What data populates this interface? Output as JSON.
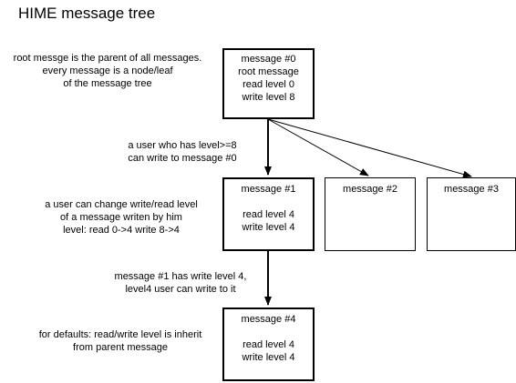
{
  "title": "HIME message tree",
  "notes": {
    "root": [
      "root messge is the parent of all messages.",
      "every message is a node/leaf",
      "of the message tree"
    ],
    "level8": [
      "a user who has level>=8",
      "can write to message #0"
    ],
    "change": [
      "a user can change  write/read level",
      "of a message writen by him",
      "level: read 0->4 write 8->4"
    ],
    "write4": [
      "message #1 has write level 4,",
      "level4 user can write to it"
    ],
    "defaults": [
      "for defaults: read/write level is inherit",
      "from parent message"
    ]
  },
  "messages": {
    "m0": [
      "message #0",
      "root message",
      "read level 0",
      "write level 8"
    ],
    "m1": [
      "message #1",
      "",
      "read level 4",
      "write level 4"
    ],
    "m2": [
      "message #2"
    ],
    "m3": [
      "message #3"
    ],
    "m4": [
      "message #4",
      "",
      "read level 4",
      "write level 4"
    ]
  },
  "colors": {
    "line": "#000000",
    "background": "#ffffff"
  }
}
